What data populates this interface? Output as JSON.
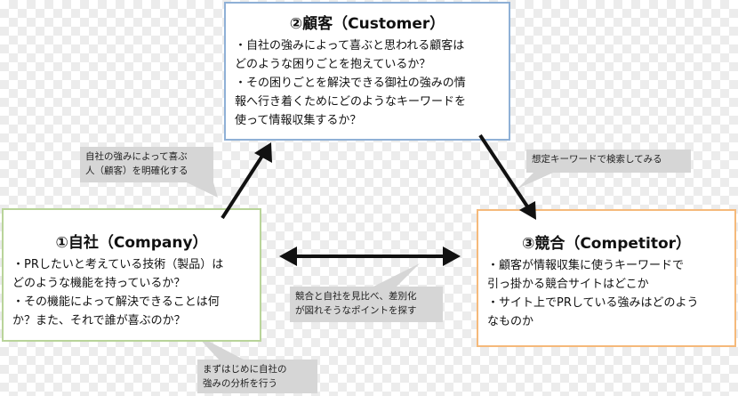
{
  "customer": {
    "title": "②顧客（Customer）",
    "items": [
      "・自社の強みによって喜ぶと思われる顧客は",
      "どのような困りごとを抱えているか？",
      "・その困りごとを解決できる御社の強みの情",
      "報へ行き着くためにどのようなキーワードを",
      "使って情報収集するか？"
    ]
  },
  "company": {
    "title": "①自社（Company）",
    "items": [
      "・PRしたいと考えている技術（製品）は",
      "どのような機能を持っているか？",
      "・その機能によって解決できることは何",
      "か？また、それで誰が喜ぶのか？"
    ]
  },
  "competitor": {
    "title": "③競合（Competitor）",
    "items": [
      "・顧客が情報収集に使うキーワードで",
      "引っ掛かる競合サイトはどこか",
      "・サイト上でPRしている強みはどのよう",
      "なものか"
    ]
  },
  "callouts": {
    "customer": [
      "自社の強みによって喜ぶ",
      "人（顧客）を明確化する"
    ],
    "competitor": [
      "想定キーワードで検索してみる"
    ],
    "mid": [
      "競合と自社を見比べ、差別化",
      "が図れそうなポイントを探す"
    ],
    "bottom": [
      "まずはじめに自社の",
      "強みの分析を行う"
    ]
  }
}
